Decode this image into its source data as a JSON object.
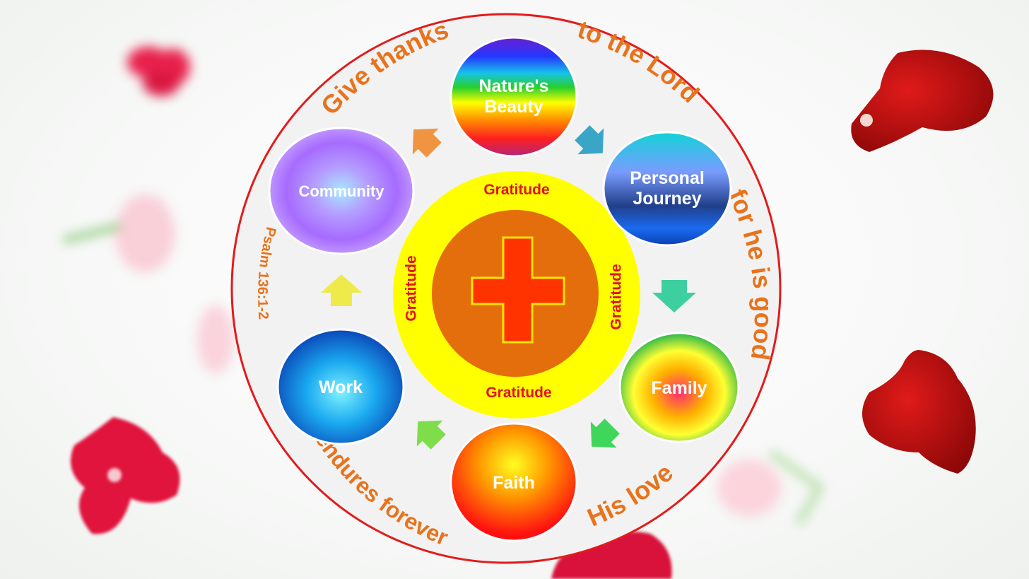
{
  "arc_text": {
    "top_left": "Give thanks",
    "top_right": "to the Lord",
    "right": "for he is good",
    "bottom_right": "His love",
    "bottom_left": "endures forever",
    "left": "Psalm 136:1-2"
  },
  "center": {
    "ring_labels": [
      "Gratitude",
      "Gratitude",
      "Gratitude",
      "Gratitude"
    ]
  },
  "nodes": [
    {
      "id": "natures-beauty",
      "lines": [
        "Nature's",
        "Beauty"
      ]
    },
    {
      "id": "personal-journey",
      "lines": [
        "Personal",
        "Journey"
      ]
    },
    {
      "id": "family",
      "lines": [
        "Family"
      ]
    },
    {
      "id": "faith",
      "lines": [
        "Faith"
      ]
    },
    {
      "id": "work",
      "lines": [
        "Work"
      ]
    },
    {
      "id": "community",
      "lines": [
        "Community"
      ]
    }
  ],
  "colors": {
    "ring_border": "#e31b1b",
    "arc_text": "#e8731c",
    "gratitude_ring": "#ffff00",
    "gratitude_text": "#e0141e",
    "center_disc": "#e56e0c",
    "cross": "#ff3300",
    "cross_outline": "#ffe600"
  }
}
